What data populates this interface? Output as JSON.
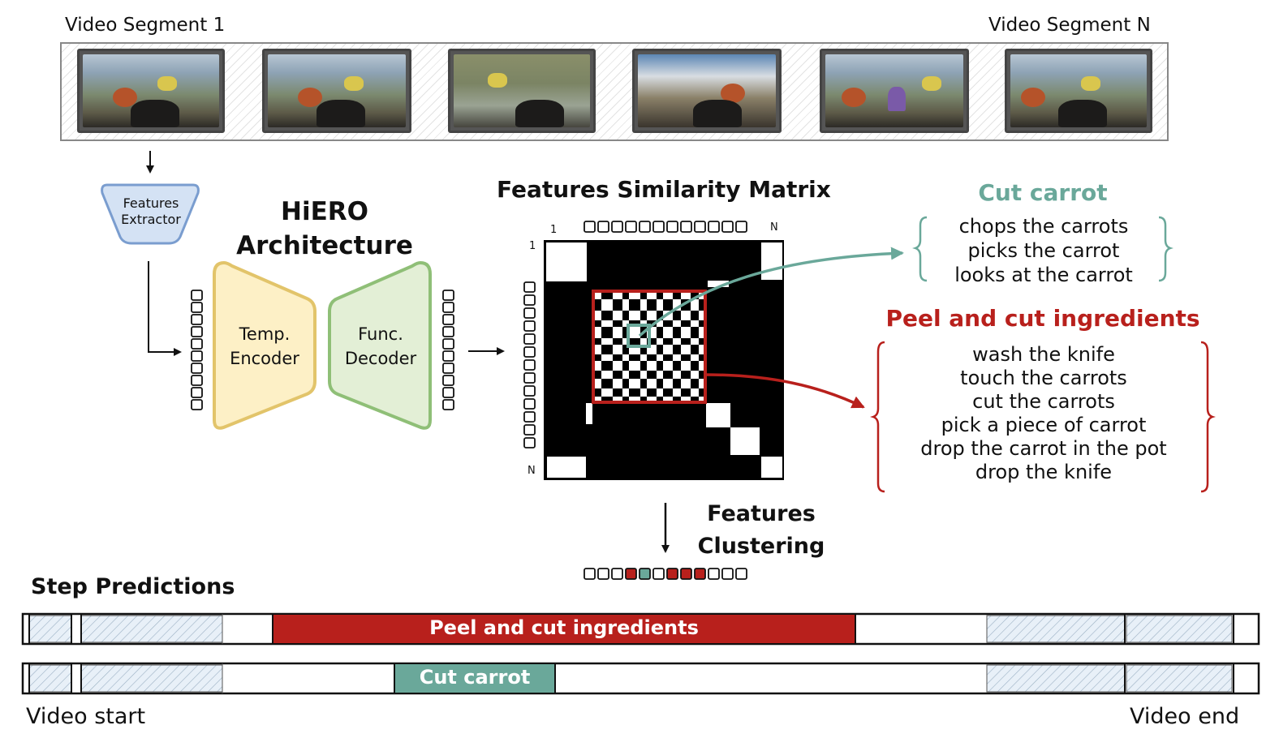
{
  "video_strip": {
    "segment_first_label": "Video Segment 1",
    "segment_last_label": "Video Segment N",
    "frame_count": 6
  },
  "features_extractor": {
    "label_line1": "Features",
    "label_line2": "Extractor"
  },
  "architecture": {
    "title_line1": "HiERO",
    "title_line2": "Architecture",
    "encoder_line1": "Temp.",
    "encoder_line2": "Encoder",
    "decoder_line1": "Func.",
    "decoder_line2": "Decoder"
  },
  "similarity_matrix": {
    "title": "Features Similarity Matrix",
    "index_start": "1",
    "index_end": "N"
  },
  "clustering": {
    "label_line1": "Features",
    "label_line2": "Clustering"
  },
  "cut_carrot_group": {
    "title": "Cut carrot",
    "actions": [
      "chops the carrots",
      "picks the carrot",
      "looks at the carrot"
    ]
  },
  "peel_group": {
    "title": "Peel and cut ingredients",
    "actions": [
      "wash the knife",
      "touch the carrots",
      "cut the carrots",
      "pick a piece of carrot",
      "drop the carrot in the pot",
      "drop the knife"
    ]
  },
  "step_predictions": {
    "title": "Step Predictions",
    "row1_label": "Peel and cut ingredients",
    "row2_label": "Cut carrot",
    "video_start": "Video start",
    "video_end": "Video end"
  },
  "colors": {
    "teal": "#6aa89a",
    "red": "#b8201c",
    "extractor_fill": "#d4e2f4",
    "extractor_stroke": "#7a9dcf",
    "encoder_fill": "#fdf0c6",
    "encoder_stroke": "#e2c46a",
    "decoder_fill": "#e3efd6",
    "decoder_stroke": "#8fbf77"
  }
}
